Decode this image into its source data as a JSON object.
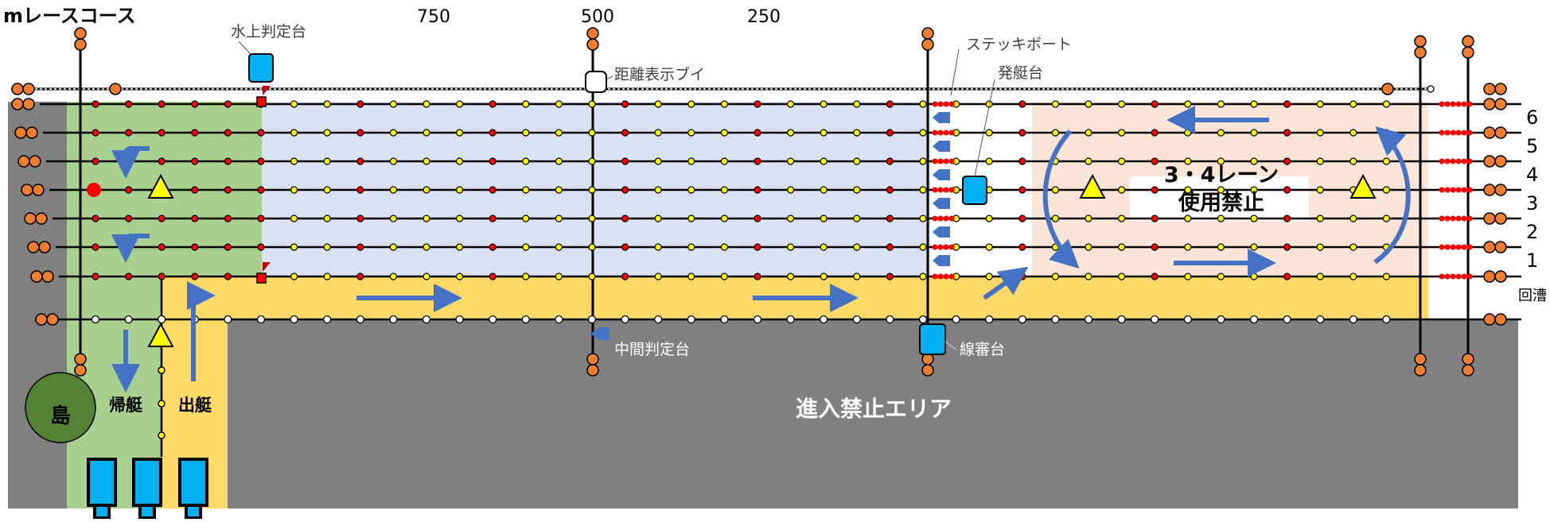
{
  "title": "mレースコース",
  "distance_marks": [
    "750",
    "500",
    "250"
  ],
  "labels": {
    "water_judge": "水上判定台",
    "distance_buoy": "距離表示ブイ",
    "stake_boat": "ステッキボート",
    "start_platform": "発艇台",
    "mid_judge": "中間判定台",
    "line_judge": "線審台",
    "no_entry": "進入禁止エリア",
    "island": "島",
    "return": "帰艇",
    "departure": "出艇",
    "lane_closed_1": "3・4レーン",
    "lane_closed_2": "使用禁止"
  },
  "lanes": [
    "6",
    "5",
    "4",
    "3",
    "2",
    "1"
  ],
  "return_lane": "回漕",
  "colors": {
    "gray": "#808080",
    "green": "#a9d08e",
    "blue_zone": "#d9e1f2",
    "yellow": "#ffd966",
    "peach": "#fce4d6",
    "blue_box": "#00b0f0",
    "arrow": "#4472c4",
    "buoy_orange": "#ed7d31",
    "buoy_red": "#ff0000",
    "buoy_yellow": "#ffff00",
    "island": "#548235"
  }
}
